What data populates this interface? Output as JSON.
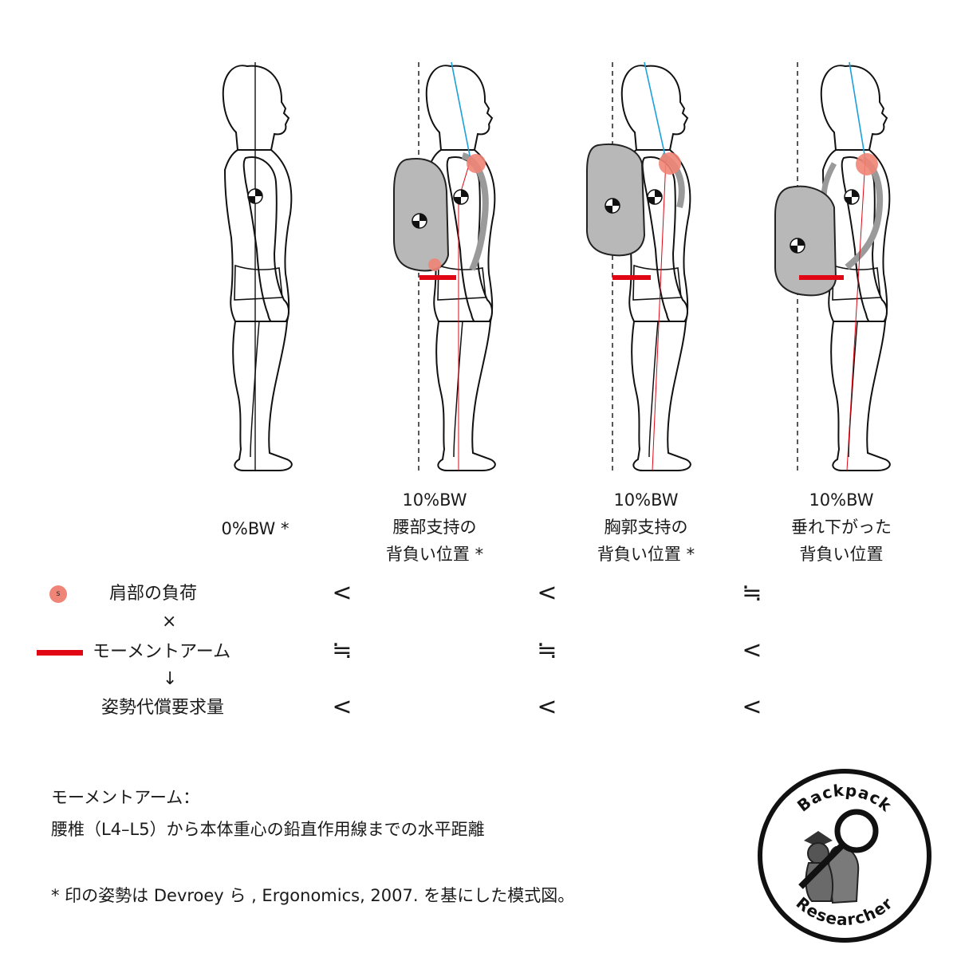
{
  "figures": [
    {
      "bw": "0%BW *",
      "lines": []
    },
    {
      "bw": "10%BW",
      "lines": [
        "腰部支持の",
        "背負い位置 *"
      ]
    },
    {
      "bw": "10%BW",
      "lines": [
        "胸郭支持の",
        "背負い位置 *"
      ]
    },
    {
      "bw": "10%BW",
      "lines": [
        "垂れ下がった",
        "背負い位置"
      ]
    }
  ],
  "legend": {
    "shoulder_marker_letter": "s",
    "shoulder_load": "肩部の負荷",
    "times": "×",
    "moment_arm": "モーメントアーム",
    "down_arrow": "↓",
    "postural_demand": "姿勢代償要求量"
  },
  "comparisons": {
    "shoulder_load": [
      "<",
      "<",
      "≒"
    ],
    "moment_arm": [
      "≒",
      "≒",
      "<"
    ],
    "postural_demand": [
      "<",
      "<",
      "<"
    ]
  },
  "notes": {
    "definition_title": "モーメントアーム：",
    "definition_body": "腰椎（L4–L5）から本体重心の鉛直作用線までの水平距離",
    "source": "* 印の姿勢は Devroey ら , Ergonomics, 2007. を基にした模式図。"
  },
  "badge": {
    "top_text": "Backpack",
    "bottom_text": "Researcher"
  },
  "colors": {
    "moment_arm": "#e00614",
    "shoulder_load": "#ef8576",
    "plumb_line": "#1aa0dc",
    "pack": "#b8b8b8"
  }
}
